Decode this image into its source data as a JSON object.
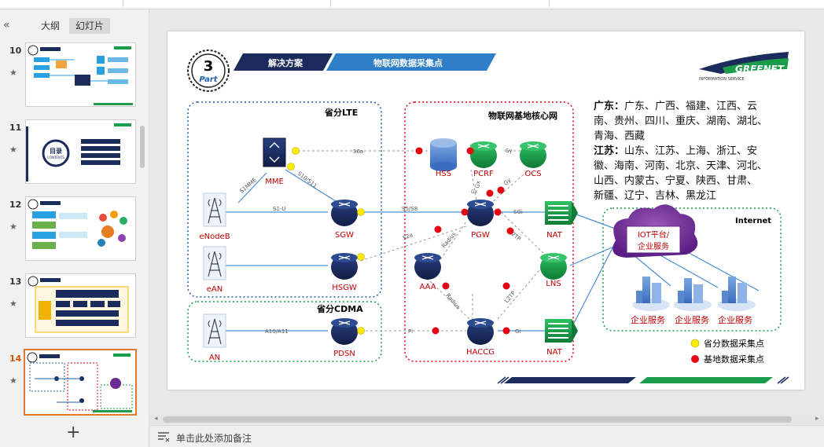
{
  "panel": {
    "collapse_icon": "double-chevron-left-icon",
    "tab_outline": "大纲",
    "tab_slides": "幻灯片",
    "add_slide_icon": "plus-icon"
  },
  "slides": [
    {
      "number": "10",
      "active": false
    },
    {
      "number": "11",
      "active": false,
      "thumb_title": "目录",
      "thumb_subtitle": "CONTENTS"
    },
    {
      "number": "12",
      "active": false
    },
    {
      "number": "13",
      "active": false
    },
    {
      "number": "14",
      "active": true
    }
  ],
  "star_glyph": "★",
  "notes": {
    "placeholder": "单击此处添加备注",
    "icon": "notes-icon"
  },
  "slide": {
    "part_number": "3",
    "part_label": "Part",
    "ribbon_1": "解决方案",
    "ribbon_2": "物联网数据采集点",
    "logo_text": "GREENET",
    "logo_sub": "INFORMATION SERVICE",
    "groups": {
      "lte": "省分LTE",
      "cdma": "省分CDMA",
      "core": "物联网基地核心网",
      "internet": "Internet"
    },
    "nodes": {
      "mme": "MME",
      "enodeb": "eNodeB",
      "sgw": "SGW",
      "ean": "eAN",
      "hsgw": "HSGW",
      "an": "AN",
      "pdsn": "PDSN",
      "hss": "HSS",
      "pcrf": "PCRF",
      "ocs": "OCS",
      "pgw": "PGW",
      "nat1": "NAT",
      "aaa": "AAA",
      "lns": "LNS",
      "haccg": "HACCG",
      "nat2": "NAT"
    },
    "links": {
      "s1mme": "S1MME",
      "s10s11": "S10/S11",
      "s1u": "S1-U",
      "s6a": "S6a",
      "s5s8": "S5/S8",
      "s2a": "S2a",
      "a10a11": "A10/A11",
      "pi": "Pi",
      "gi1": "SGi",
      "gi2": "Gi",
      "gx1": "Gx",
      "gy": "Gy",
      "gx2": "Gx",
      "sy": "Sy",
      "radius1": "Radius",
      "radius2": "Radius",
      "l2tp1": "L2TP",
      "l2tp2": "L2TP"
    },
    "cloud_label_1": "IOT平台/",
    "cloud_label_2": "企业服务",
    "enterprise_1": "企业服务",
    "enterprise_2": "企业服务",
    "enterprise_3": "企业服务",
    "guangdong_label": "广东：",
    "guangdong_lines": [
      "广东、广西、福建、江西、云",
      "南、贵州、四川、重庆、湖南、湖北、",
      "青海、西藏"
    ],
    "jiangsu_label": "江苏：",
    "jiangsu_lines": [
      "山东、江苏、上海、浙江、安",
      "徽、海南、河南、北京、天津、河北、",
      "山西、内蒙古、宁夏、陕西、甘肃、",
      "新疆、辽宁、吉林、黑龙江"
    ],
    "legend_yellow": "省分数据采集点",
    "legend_red": "基地数据采集点",
    "colors": {
      "yellow": "#ffec00",
      "red": "#e60012",
      "navy": "#1a2b5c",
      "green": "#1a9c4a",
      "blue": "#1f5fa8",
      "purple": "#6a2c91"
    }
  }
}
